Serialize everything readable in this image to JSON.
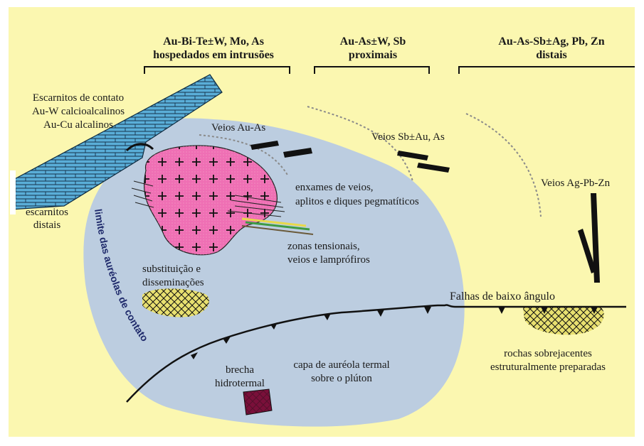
{
  "headers": {
    "intrusion_line1": "Au-Bi-Te±W, Mo, As",
    "intrusion_line2": "hospedados em intrusões",
    "proximal_line1": "Au-As±W, Sb",
    "proximal_line2": "proximais",
    "distal_line1": "Au-As-Sb±Ag, Pb, Zn",
    "distal_line2": "distais"
  },
  "labels": {
    "skarn_line1": "Escarnitos de contato",
    "skarn_line2": "Au-W calcioalcalinos",
    "skarn_line3": "Au-Cu alcalinos",
    "distal_skarn_line1": "escarnitos",
    "distal_skarn_line2": "distais",
    "aureole_limit": "limite das auréolas de contato",
    "veins_au_as": "Veios Au-As",
    "veins_sb": "Veios Sb±Au, As",
    "veins_ag": "Veios Ag-Pb-Zn",
    "swarms_line1": "enxames de veios,",
    "swarms_line2": "aplitos e diques pegmatíticos",
    "tension_line1": "zonas tensionais,",
    "tension_line2": "veios e lamprófiros",
    "subst_line1": "substituição e",
    "subst_line2": "disseminações",
    "faults": "Falhas de baixo ângulo",
    "cap_line1": "capa de auréola termal",
    "cap_line2": "sobre o plúton",
    "breccia_line1": "brecha",
    "breccia_line2": "hidrotermal",
    "overlying_line1": "rochas sobrejacentes",
    "overlying_line2": "estruturalmente preparadas"
  },
  "colors": {
    "background": "#fbf7b0",
    "aureole": "#bccde0",
    "pluton": "#ef6fb4",
    "limestone": "#5aaed8",
    "hatch_fill": "#e8e070",
    "breccia": "#7a0f3a",
    "ink": "#111111"
  }
}
